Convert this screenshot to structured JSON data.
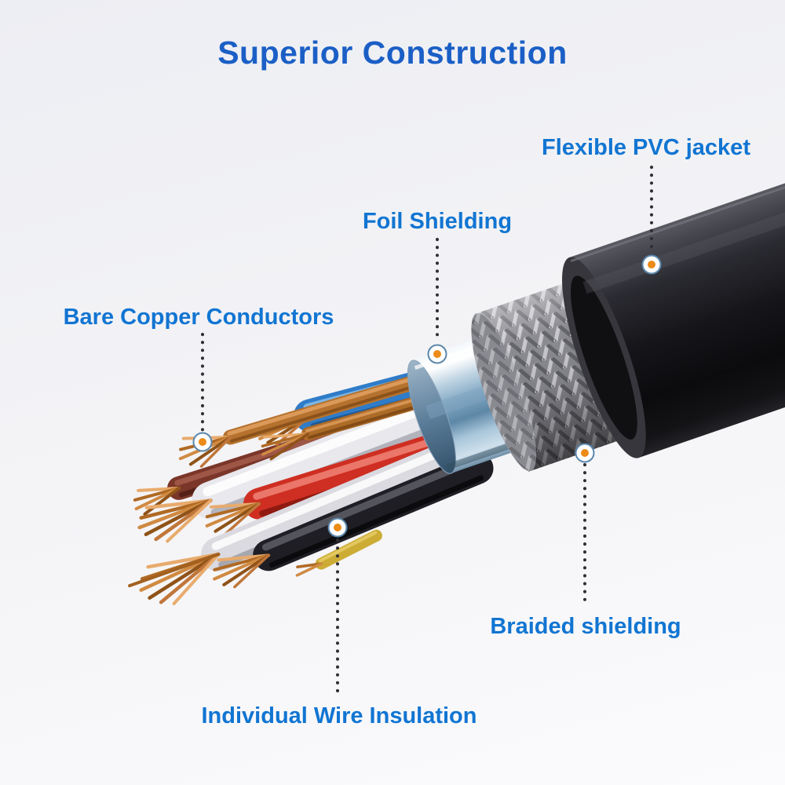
{
  "title": "Superior Construction",
  "callouts": [
    {
      "id": "pvc-jacket",
      "label": "Flexible PVC jacket"
    },
    {
      "id": "foil-shielding",
      "label": "Foil Shielding"
    },
    {
      "id": "bare-copper-conductors",
      "label": "Bare Copper Conductors"
    },
    {
      "id": "braided-shielding",
      "label": "Braided shielding"
    },
    {
      "id": "individual-wire-insulation",
      "label": "Individual Wire Insulation"
    }
  ],
  "colors": {
    "title_blue": "#1b5fc6",
    "label_blue": "#1175d2",
    "leader_dot_gray": "#2e2e33",
    "marker_ring_blue": "#5b87ab",
    "marker_center_orange": "#ec8b18",
    "jacket_black": "#16161a",
    "braid_gray": "#8e8e95",
    "foil_silver_blue": "#7fa6c2",
    "bare_copper": "#b5722e",
    "wire_insulation_colors": [
      "#2f7cc9",
      "#e8e8ed",
      "#ce2f22",
      "#1e1e24",
      "#7a3629",
      "#dadae0",
      "#ccac35"
    ]
  },
  "diagram": {
    "subject": "cable-cross-section-cutaway",
    "layers_outer_to_inner": [
      "Flexible PVC jacket",
      "Braided shielding",
      "Foil Shielding",
      "Individual Wire Insulation",
      "Bare Copper Conductors"
    ]
  }
}
